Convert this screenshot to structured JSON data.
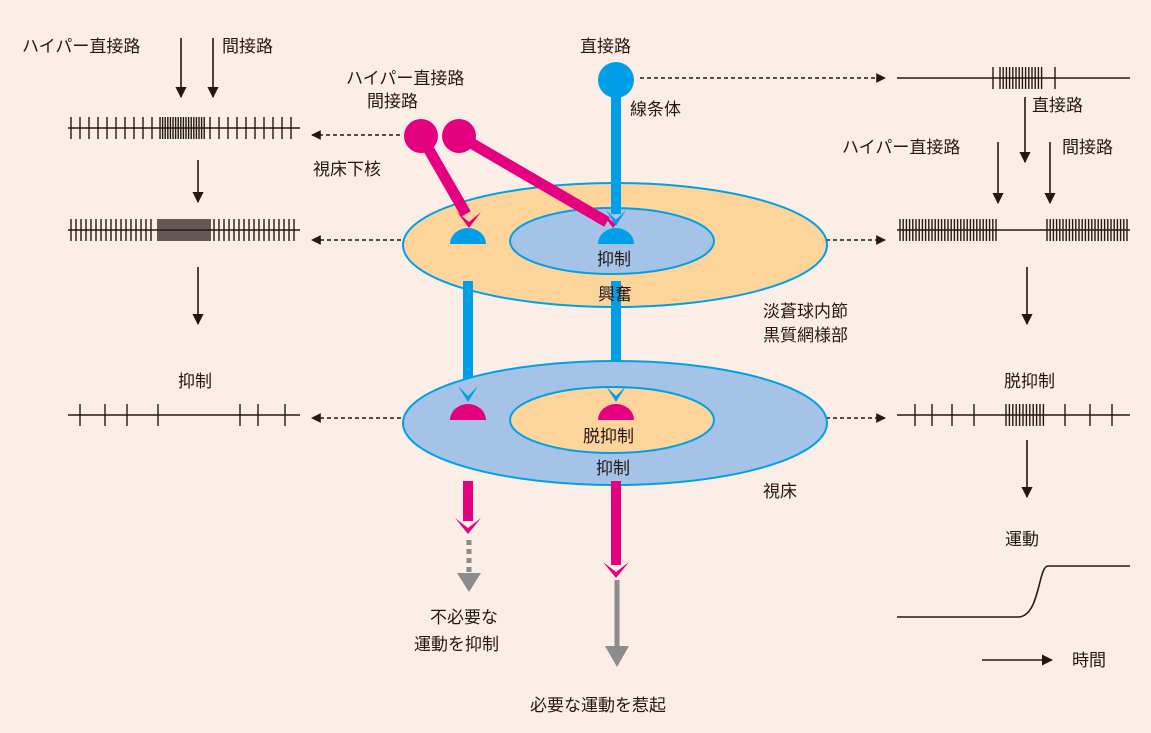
{
  "colors": {
    "background": "#fbeee6",
    "excitatory_ring": "#fdd49a",
    "inhibitory_ring": "#a5c3e6",
    "striatum_neuron": "#00a0e9",
    "stn_neuron": "#e4007f",
    "arrow_gray": "#8c8c8c",
    "line": "#231815"
  },
  "labels": {
    "left_top_hyper": "ハイパー直接路",
    "left_top_indirect": "間接路",
    "stn": "視床下核",
    "neuron_pink_line1": "ハイパー直接路",
    "neuron_pink_line2": "間接路",
    "direct_top": "直接路",
    "striatum": "線条体",
    "gpi_inner": "抑制",
    "gpi_outer": "興奮",
    "gpi_line1": "淡蒼球内節",
    "gpi_line2": "黒質網様部",
    "left_inhibit": "抑制",
    "thal_inner": "脱抑制",
    "thal_outer": "抑制",
    "thalamus": "視床",
    "unneeded_line1": "不必要な",
    "unneeded_line2": "運動を抑制",
    "needed": "必要な運動を惹起",
    "right_direct": "直接路",
    "right_hyper": "ハイパー直接路",
    "right_indirect": "間接路",
    "disinhibit": "脱抑制",
    "movement": "運動",
    "time": "時間"
  }
}
